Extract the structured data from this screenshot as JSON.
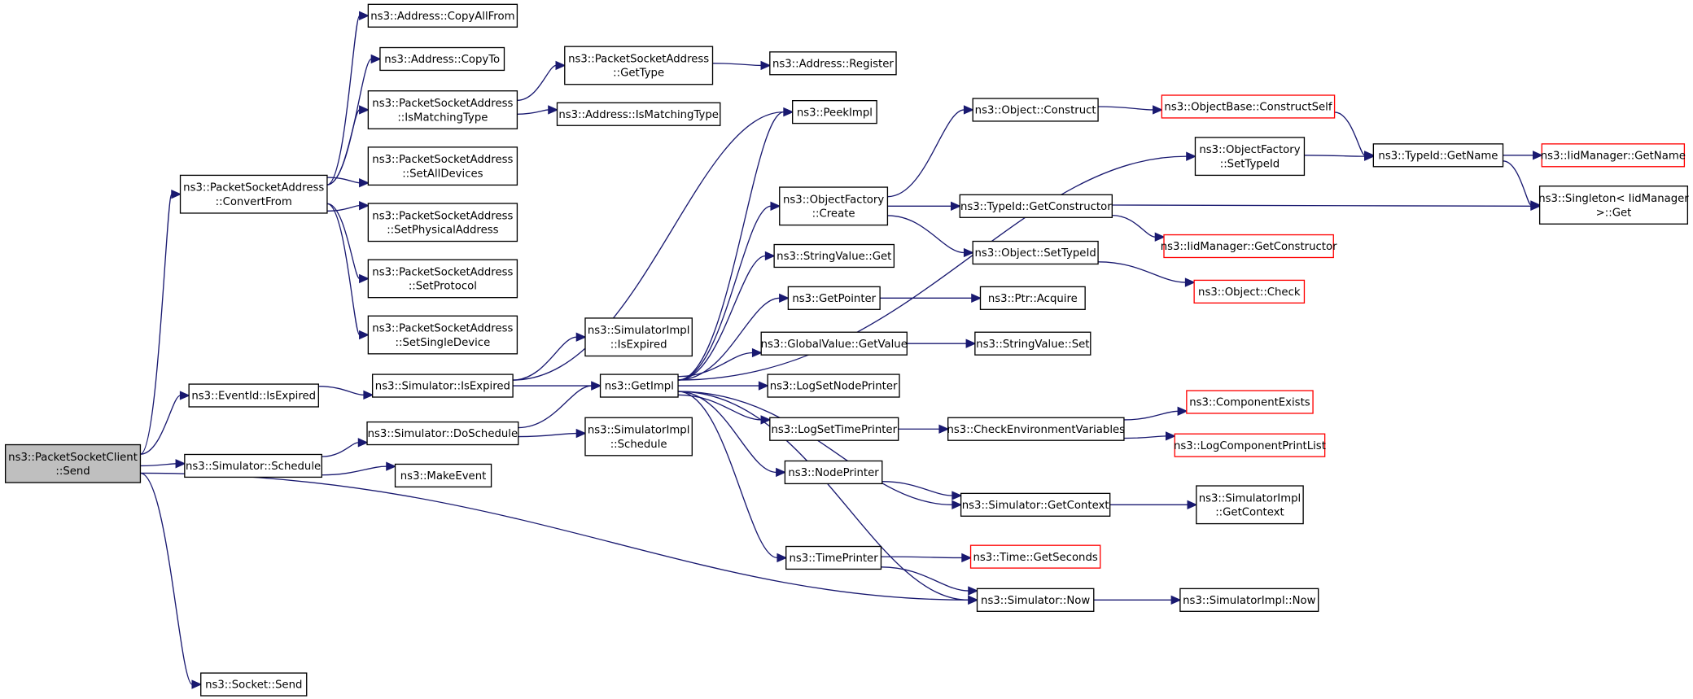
{
  "diagram": {
    "title": "",
    "edge_color": "#191970",
    "highlight_color": "#bfbfbf",
    "external_border_color": "#ff0000",
    "nodes": [
      {
        "id": "send",
        "lines": [
          "ns3::PacketSocketClient",
          "::Send"
        ],
        "kind": "root"
      },
      {
        "id": "convertFrom",
        "lines": [
          "ns3::PacketSocketAddress",
          "::ConvertFrom"
        ],
        "kind": "normal"
      },
      {
        "id": "eventIsExpired",
        "lines": [
          "ns3::EventId::IsExpired"
        ],
        "kind": "normal"
      },
      {
        "id": "schedule",
        "lines": [
          "ns3::Simulator::Schedule"
        ],
        "kind": "normal"
      },
      {
        "id": "socketSend",
        "lines": [
          "ns3::Socket::Send"
        ],
        "kind": "normal"
      },
      {
        "id": "copyAllFrom",
        "lines": [
          "ns3::Address::CopyAllFrom"
        ],
        "kind": "normal"
      },
      {
        "id": "copyTo",
        "lines": [
          "ns3::Address::CopyTo"
        ],
        "kind": "normal"
      },
      {
        "id": "psaIsMatchingType",
        "lines": [
          "ns3::PacketSocketAddress",
          "::IsMatchingType"
        ],
        "kind": "normal"
      },
      {
        "id": "setAllDevices",
        "lines": [
          "ns3::PacketSocketAddress",
          "::SetAllDevices"
        ],
        "kind": "normal"
      },
      {
        "id": "setPhysicalAddress",
        "lines": [
          "ns3::PacketSocketAddress",
          "::SetPhysicalAddress"
        ],
        "kind": "normal"
      },
      {
        "id": "setProtocol",
        "lines": [
          "ns3::PacketSocketAddress",
          "::SetProtocol"
        ],
        "kind": "normal"
      },
      {
        "id": "setSingleDevice",
        "lines": [
          "ns3::PacketSocketAddress",
          "::SetSingleDevice"
        ],
        "kind": "normal"
      },
      {
        "id": "simIsExpired",
        "lines": [
          "ns3::Simulator::IsExpired"
        ],
        "kind": "normal"
      },
      {
        "id": "doSchedule",
        "lines": [
          "ns3::Simulator::DoSchedule"
        ],
        "kind": "normal"
      },
      {
        "id": "makeEvent",
        "lines": [
          "ns3::MakeEvent"
        ],
        "kind": "normal"
      },
      {
        "id": "psaGetType",
        "lines": [
          "ns3::PacketSocketAddress",
          "::GetType"
        ],
        "kind": "normal"
      },
      {
        "id": "addrIsMatchingType",
        "lines": [
          "ns3::Address::IsMatchingType"
        ],
        "kind": "normal"
      },
      {
        "id": "simImplIsExpired",
        "lines": [
          "ns3::SimulatorImpl",
          "::IsExpired"
        ],
        "kind": "normal"
      },
      {
        "id": "getImpl",
        "lines": [
          "ns3::GetImpl"
        ],
        "kind": "normal"
      },
      {
        "id": "simImplSchedule",
        "lines": [
          "ns3::SimulatorImpl",
          "::Schedule"
        ],
        "kind": "normal"
      },
      {
        "id": "addrRegister",
        "lines": [
          "ns3::Address::Register"
        ],
        "kind": "normal"
      },
      {
        "id": "peekImpl",
        "lines": [
          "ns3::PeekImpl"
        ],
        "kind": "normal"
      },
      {
        "id": "ofCreate",
        "lines": [
          "ns3::ObjectFactory",
          "::Create"
        ],
        "kind": "normal"
      },
      {
        "id": "stringValueGet",
        "lines": [
          "ns3::StringValue::Get"
        ],
        "kind": "normal"
      },
      {
        "id": "getPointer",
        "lines": [
          "ns3::GetPointer"
        ],
        "kind": "normal"
      },
      {
        "id": "gvGetValue",
        "lines": [
          "ns3::GlobalValue::GetValue"
        ],
        "kind": "normal"
      },
      {
        "id": "logSetNodePrinter",
        "lines": [
          "ns3::LogSetNodePrinter"
        ],
        "kind": "normal"
      },
      {
        "id": "logSetTimePrinter",
        "lines": [
          "ns3::LogSetTimePrinter"
        ],
        "kind": "normal"
      },
      {
        "id": "nodePrinter",
        "lines": [
          "ns3::NodePrinter"
        ],
        "kind": "normal"
      },
      {
        "id": "timePrinter",
        "lines": [
          "ns3::TimePrinter"
        ],
        "kind": "normal"
      },
      {
        "id": "objConstruct",
        "lines": [
          "ns3::Object::Construct"
        ],
        "kind": "normal"
      },
      {
        "id": "tidGetConstructor",
        "lines": [
          "ns3::TypeId::GetConstructor"
        ],
        "kind": "normal"
      },
      {
        "id": "objSetTypeId",
        "lines": [
          "ns3::Object::SetTypeId"
        ],
        "kind": "normal"
      },
      {
        "id": "ptrAcquire",
        "lines": [
          "ns3::Ptr::Acquire"
        ],
        "kind": "normal"
      },
      {
        "id": "stringValueSet",
        "lines": [
          "ns3::StringValue::Set"
        ],
        "kind": "normal"
      },
      {
        "id": "checkEnv",
        "lines": [
          "ns3::CheckEnvironmentVariables"
        ],
        "kind": "normal"
      },
      {
        "id": "simGetContext",
        "lines": [
          "ns3::Simulator::GetContext"
        ],
        "kind": "normal"
      },
      {
        "id": "simNow",
        "lines": [
          "ns3::Simulator::Now"
        ],
        "kind": "normal"
      },
      {
        "id": "timeGetSeconds",
        "lines": [
          "ns3::Time::GetSeconds"
        ],
        "kind": "red"
      },
      {
        "id": "objBaseConstructSelf",
        "lines": [
          "ns3::ObjectBase::ConstructSelf"
        ],
        "kind": "red"
      },
      {
        "id": "ofSetTypeId",
        "lines": [
          "ns3::ObjectFactory",
          "::SetTypeId"
        ],
        "kind": "normal"
      },
      {
        "id": "iidGetConstructor",
        "lines": [
          "ns3::IidManager::GetConstructor"
        ],
        "kind": "red"
      },
      {
        "id": "objCheck",
        "lines": [
          "ns3::Object::Check"
        ],
        "kind": "red"
      },
      {
        "id": "componentExists",
        "lines": [
          "ns3::ComponentExists"
        ],
        "kind": "red"
      },
      {
        "id": "logComponentPrintList",
        "lines": [
          "ns3::LogComponentPrintList"
        ],
        "kind": "red"
      },
      {
        "id": "simImplGetContext",
        "lines": [
          "ns3::SimulatorImpl",
          "::GetContext"
        ],
        "kind": "normal"
      },
      {
        "id": "simImplNow",
        "lines": [
          "ns3::SimulatorImpl::Now"
        ],
        "kind": "normal"
      },
      {
        "id": "tidGetName",
        "lines": [
          "ns3::TypeId::GetName"
        ],
        "kind": "normal"
      },
      {
        "id": "singletonGet",
        "lines": [
          "ns3::Singleton< IidManager",
          ">::Get"
        ],
        "kind": "normal"
      },
      {
        "id": "iidGetName",
        "lines": [
          "ns3::IidManager::GetName"
        ],
        "kind": "red"
      }
    ],
    "edges": [
      [
        "send",
        "convertFrom"
      ],
      [
        "send",
        "eventIsExpired"
      ],
      [
        "send",
        "schedule"
      ],
      [
        "send",
        "simNow"
      ],
      [
        "send",
        "socketSend"
      ],
      [
        "convertFrom",
        "copyAllFrom"
      ],
      [
        "convertFrom",
        "copyTo"
      ],
      [
        "convertFrom",
        "psaIsMatchingType"
      ],
      [
        "convertFrom",
        "setAllDevices"
      ],
      [
        "convertFrom",
        "setPhysicalAddress"
      ],
      [
        "convertFrom",
        "setProtocol"
      ],
      [
        "convertFrom",
        "setSingleDevice"
      ],
      [
        "psaIsMatchingType",
        "psaGetType"
      ],
      [
        "psaIsMatchingType",
        "addrIsMatchingType"
      ],
      [
        "psaGetType",
        "addrRegister"
      ],
      [
        "eventIsExpired",
        "simIsExpired"
      ],
      [
        "simIsExpired",
        "peekImpl"
      ],
      [
        "simIsExpired",
        "simImplIsExpired"
      ],
      [
        "simIsExpired",
        "getImpl"
      ],
      [
        "schedule",
        "doSchedule"
      ],
      [
        "schedule",
        "makeEvent"
      ],
      [
        "doSchedule",
        "getImpl"
      ],
      [
        "doSchedule",
        "simImplSchedule"
      ],
      [
        "getImpl",
        "peekImpl"
      ],
      [
        "getImpl",
        "ofSetTypeId"
      ],
      [
        "getImpl",
        "ofCreate"
      ],
      [
        "getImpl",
        "stringValueGet"
      ],
      [
        "getImpl",
        "getPointer"
      ],
      [
        "getImpl",
        "gvGetValue"
      ],
      [
        "getImpl",
        "logSetNodePrinter"
      ],
      [
        "getImpl",
        "logSetTimePrinter"
      ],
      [
        "getImpl",
        "nodePrinter"
      ],
      [
        "getImpl",
        "timePrinter"
      ],
      [
        "getImpl",
        "simNow"
      ],
      [
        "getImpl",
        "simGetContext"
      ],
      [
        "ofCreate",
        "objConstruct"
      ],
      [
        "ofCreate",
        "tidGetConstructor"
      ],
      [
        "ofCreate",
        "objSetTypeId"
      ],
      [
        "objConstruct",
        "objBaseConstructSelf"
      ],
      [
        "objBaseConstructSelf",
        "tidGetName"
      ],
      [
        "ofSetTypeId",
        "tidGetName"
      ],
      [
        "tidGetName",
        "iidGetName"
      ],
      [
        "tidGetName",
        "singletonGet"
      ],
      [
        "tidGetConstructor",
        "singletonGet"
      ],
      [
        "tidGetConstructor",
        "iidGetConstructor"
      ],
      [
        "objSetTypeId",
        "objCheck"
      ],
      [
        "getPointer",
        "ptrAcquire"
      ],
      [
        "gvGetValue",
        "stringValueSet"
      ],
      [
        "logSetTimePrinter",
        "checkEnv"
      ],
      [
        "checkEnv",
        "componentExists"
      ],
      [
        "checkEnv",
        "logComponentPrintList"
      ],
      [
        "nodePrinter",
        "simGetContext"
      ],
      [
        "simGetContext",
        "simImplGetContext"
      ],
      [
        "timePrinter",
        "timeGetSeconds"
      ],
      [
        "timePrinter",
        "simNow"
      ],
      [
        "simNow",
        "simImplNow"
      ]
    ]
  }
}
